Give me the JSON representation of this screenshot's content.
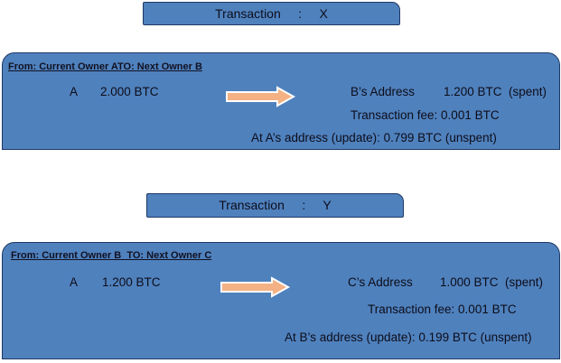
{
  "transactions": [
    {
      "title": "Transaction     :     X",
      "from_line": "From: Current Owner ATO: Next Owner B",
      "sender": "A",
      "input_amount": "2.000 BTC",
      "recipient_address": "B’s Address",
      "output_amount": "1.200 BTC  (spent)",
      "fee": "Transaction fee: 0.001 BTC",
      "change": "At A’s address (update): 0.799 BTC (unspent)"
    },
    {
      "title": "Transaction     :     Y",
      "from_line": "From: Current Owner B  TO: Next Owner C",
      "sender": "A",
      "input_amount": "1.200 BTC",
      "recipient_address": "C’s Address",
      "output_amount": "1.000 BTC  (spent)",
      "fee": "Transaction fee: 0.001 BTC",
      "change": "At B’s address (update): 0.199 BTC (unspent)"
    }
  ],
  "colors": {
    "box_fill": "#4f81bd",
    "box_border": "#1f3864",
    "arrow_fill": "#f4b183",
    "arrow_border": "#ffffff"
  }
}
